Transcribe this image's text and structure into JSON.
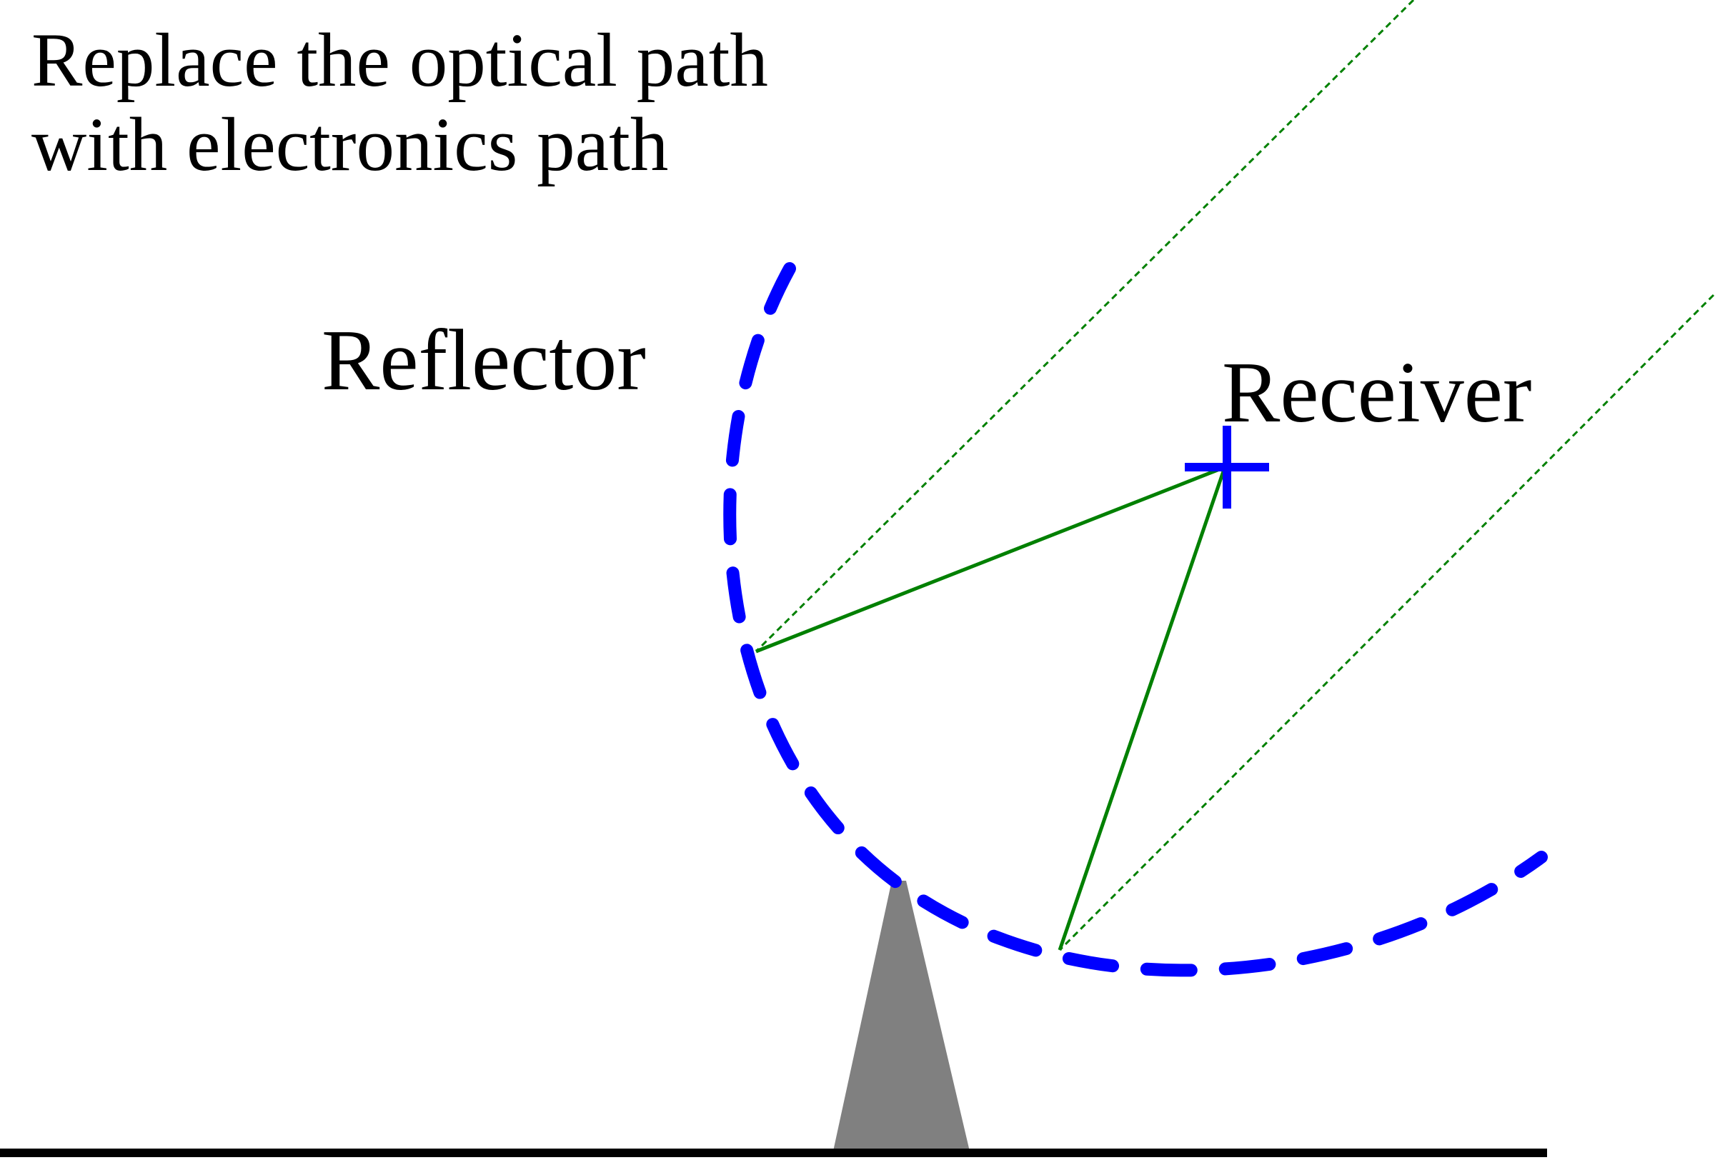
{
  "caption": {
    "line1": "Replace the optical path",
    "line2": "with electronics path"
  },
  "labels": {
    "reflector": "Reflector",
    "receiver": "Receiver"
  },
  "colors": {
    "reflector": "#0000ff",
    "receiver": "#0000ff",
    "ray": "#008000",
    "stand": "#808080",
    "ground": "#000000",
    "text": "#000000"
  },
  "icons": {
    "receiver": "crosshair-plus-icon"
  }
}
